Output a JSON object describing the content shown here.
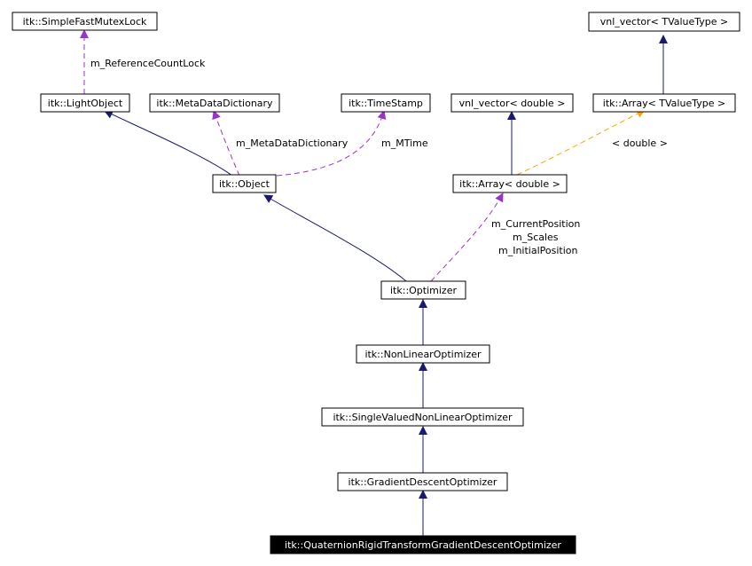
{
  "colors": {
    "inheritance": "#191970",
    "usage": "#9a32cd",
    "template": "#ffa500",
    "focus_fill": "#000000"
  },
  "nodes": {
    "simple_fast_mutex_lock": "itk::SimpleFastMutexLock",
    "vnl_vector_tvaluetype": "vnl_vector< TValueType >",
    "light_object": "itk::LightObject",
    "meta_data_dictionary": "itk::MetaDataDictionary",
    "time_stamp": "itk::TimeStamp",
    "vnl_vector_double": "vnl_vector< double >",
    "array_tvaluetype": "itk::Array< TValueType >",
    "object": "itk::Object",
    "array_double": "itk::Array< double >",
    "optimizer": "itk::Optimizer",
    "non_linear_optimizer": "itk::NonLinearOptimizer",
    "single_valued_non_linear_optimizer": "itk::SingleValuedNonLinearOptimizer",
    "gradient_descent_optimizer": "itk::GradientDescentOptimizer",
    "quaternion_optimizer": "itk::QuaternionRigidTransformGradientDescentOptimizer"
  },
  "edge_labels": {
    "reference_count_lock": "m_ReferenceCountLock",
    "meta_data_dictionary": "m_MetaDataDictionary",
    "mtime": "m_MTime",
    "template_arg": "< double >",
    "current_position": "m_CurrentPosition",
    "scales": "m_Scales",
    "initial_position": "m_InitialPosition"
  }
}
